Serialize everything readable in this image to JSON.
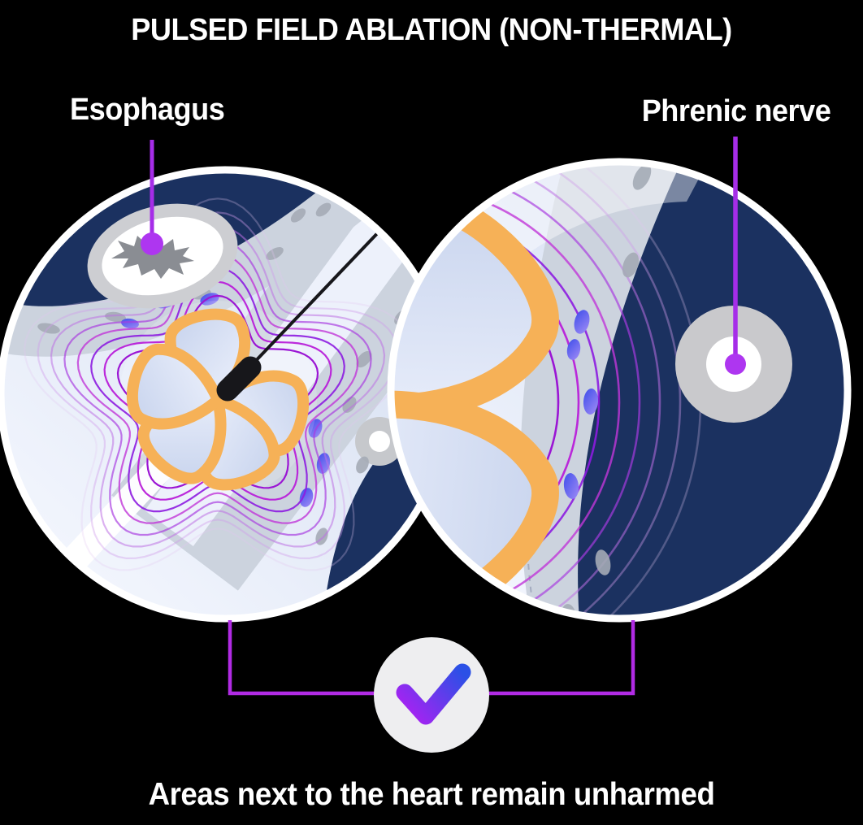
{
  "title": "PULSED FIELD ABLATION (NON-THERMAL)",
  "labels": {
    "esophagus": "Esophagus",
    "phrenic": "Phrenic nerve"
  },
  "caption": "Areas next to the heart remain unharmed",
  "icons": {
    "checkmark": "checkmark-icon",
    "esophagus_marker": "starburst-icon",
    "phrenic_marker": "nerve-dot-icon"
  },
  "colors": {
    "bg": "#000000",
    "navy": "#1b3160",
    "tissue": "#ccd3de",
    "tissueDark": "#a5abb6",
    "lav": "#dbe3f4",
    "lavLight": "#eef2fc",
    "orange": "#f6b157",
    "purple": "#a62de8",
    "bracket": "#b12be4",
    "shaft": "#17171b",
    "starGray": "#8a8d93",
    "ringGray": "#c9c9cc",
    "checkCircle": "#eeeef0",
    "checkBlue": "#2b50e6",
    "checkPurple": "#a822f2",
    "white": "#ffffff"
  },
  "field_lines": {
    "left_ring_count": 8,
    "right_ring_count": 8,
    "ring_colors": [
      "#9b15d4",
      "#b81fd9",
      "#8d1ce0",
      "#c137d8",
      "#a83be0",
      "#bd6fe3",
      "#cf9bea",
      "#e2c6f2"
    ],
    "ring_opacities": [
      1,
      0.95,
      0.9,
      0.8,
      0.68,
      0.54,
      0.4,
      0.28
    ]
  }
}
